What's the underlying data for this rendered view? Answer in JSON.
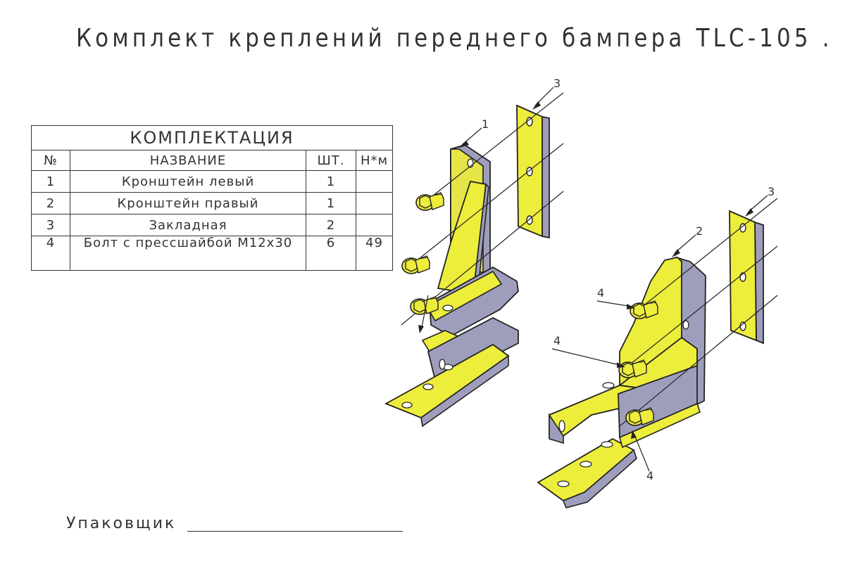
{
  "title": "Комплект креплений переднего бампера TLC-105 .",
  "table": {
    "caption": "КОМПЛЕКТАЦИЯ",
    "headers": [
      "№",
      "НАЗВАНИЕ",
      "ШТ.",
      "Н*м"
    ],
    "rows": [
      {
        "num": "1",
        "name": "Кронштейн левый",
        "qty": "1",
        "torque": ""
      },
      {
        "num": "2",
        "name": "Кронштейн правый",
        "qty": "1",
        "torque": ""
      },
      {
        "num": "3",
        "name": "Закладная",
        "qty": "2",
        "torque": ""
      },
      {
        "num": "4",
        "name": "Болт с прессшайбой М12х30",
        "qty": "6",
        "torque": "49"
      }
    ]
  },
  "packer_label": "Упаковщик",
  "callouts": {
    "left_bracket": "1",
    "right_bracket": "2",
    "plate_left": "3",
    "plate_right": "3",
    "bolt_a": "4",
    "bolt_b": "4",
    "bolt_c": "4"
  },
  "colors": {
    "metal_face": "#eded3c",
    "metal_side": "#9e9ebc",
    "outline": "#222222"
  }
}
